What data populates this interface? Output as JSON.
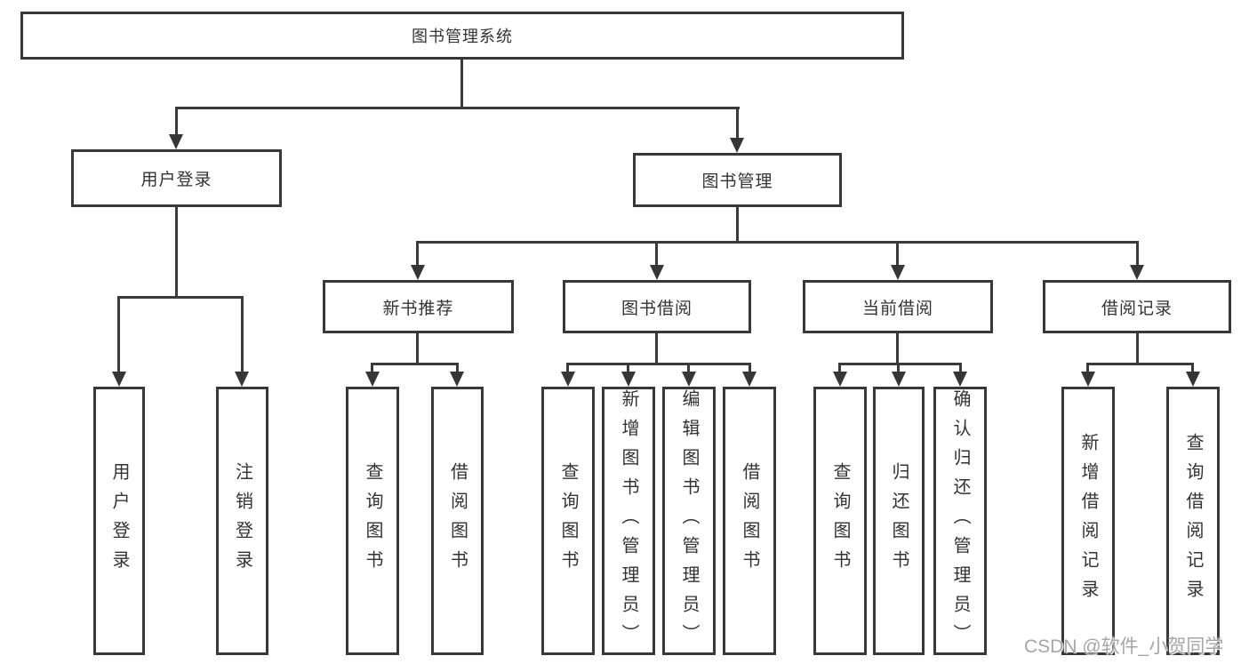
{
  "diagram": {
    "root": "图书管理系统",
    "level2": {
      "user_login": "用户登录",
      "book_mgmt": "图书管理"
    },
    "level3": {
      "new_books": "新书推荐",
      "book_borrow": "图书借阅",
      "current_borrow": "当前借阅",
      "borrow_records": "借阅记录"
    },
    "leaves": {
      "user_login_leaf": "用户登录",
      "logout": "注销登录",
      "nb_query": "查询图书",
      "nb_borrow": "借阅图书",
      "bb_query": "查询图书",
      "bb_add": "新增图书（管理员）",
      "bb_edit": "编辑图书（管理员）",
      "bb_borrow": "借阅图书",
      "cb_query": "查询图书",
      "cb_return": "归还图书",
      "cb_confirm": "确认归还（管理员）",
      "br_add": "新增借阅记录",
      "br_query": "查询借阅记录"
    }
  },
  "watermark": "CSDN @软件_小贺同学",
  "colors": {
    "line": "#3a3a3a",
    "border": "#383838",
    "text": "#333333",
    "background": "#ffffff",
    "watermark": "#a6a6a6"
  }
}
